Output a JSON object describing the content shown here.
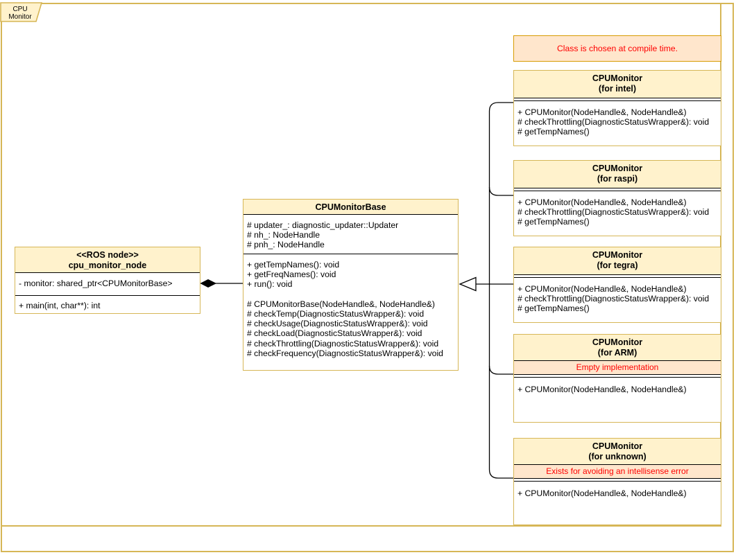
{
  "frame": {
    "tab_label": "CPU Monitor"
  },
  "note": {
    "text": "Class is chosen at compile time."
  },
  "ros_node": {
    "stereotype": "<<ROS node>>",
    "name": "cpu_monitor_node",
    "attributes": [
      "- monitor: shared_ptr<CPUMonitorBase>"
    ],
    "methods": [
      "+ main(int, char**): int"
    ]
  },
  "base_class": {
    "name": "CPUMonitorBase",
    "attributes": [
      "# updater_: diagnostic_updater::Updater",
      "# nh_: NodeHandle",
      "# pnh_: NodeHandle"
    ],
    "methods": [
      "+ getTempNames(): void",
      "+ getFreqNames(): void",
      "+ run(): void",
      "",
      "# CPUMonitorBase(NodeHandle&, NodeHandle&)",
      "# checkTemp(DiagnosticStatusWrapper&): void",
      "# checkUsage(DiagnosticStatusWrapper&): void",
      "# checkLoad(DiagnosticStatusWrapper&): void",
      "# checkThrottling(DiagnosticStatusWrapper&): void",
      "# checkFrequency(DiagnosticStatusWrapper&): void"
    ]
  },
  "variants": [
    {
      "name": "CPUMonitor",
      "variant": "(for intel)",
      "methods": [
        "+ CPUMonitor(NodeHandle&, NodeHandle&)",
        "# checkThrottling(DiagnosticStatusWrapper&): void",
        "# getTempNames()"
      ]
    },
    {
      "name": "CPUMonitor",
      "variant": "(for raspi)",
      "methods": [
        "+ CPUMonitor(NodeHandle&, NodeHandle&)",
        "# checkThrottling(DiagnosticStatusWrapper&): void",
        "# getTempNames()"
      ]
    },
    {
      "name": "CPUMonitor",
      "variant": "(for tegra)",
      "methods": [
        "+ CPUMonitor(NodeHandle&, NodeHandle&)",
        "# checkThrottling(DiagnosticStatusWrapper&): void",
        "# getTempNames()"
      ]
    },
    {
      "name": "CPUMonitor",
      "variant": "(for ARM)",
      "banner": "Empty implementation",
      "methods": [
        "+ CPUMonitor(NodeHandle&, NodeHandle&)"
      ]
    },
    {
      "name": "CPUMonitor",
      "variant": "(for unknown)",
      "banner": "Exists for avoiding an intellisense error",
      "methods": [
        "+ CPUMonitor(NodeHandle&, NodeHandle&)"
      ]
    }
  ],
  "relationships": {
    "composition": "cpu_monitor_node has monitor: CPUMonitorBase (filled diamond)",
    "generalization": "CPUMonitor variants inherit CPUMonitorBase (hollow triangle)"
  },
  "colors": {
    "class_fill": "#FFF2CC",
    "class_border": "#D6B656",
    "note_fill": "#FFE6CC",
    "note_border": "#D79B00",
    "note_text": "#FF0000",
    "connector": "#000000"
  }
}
